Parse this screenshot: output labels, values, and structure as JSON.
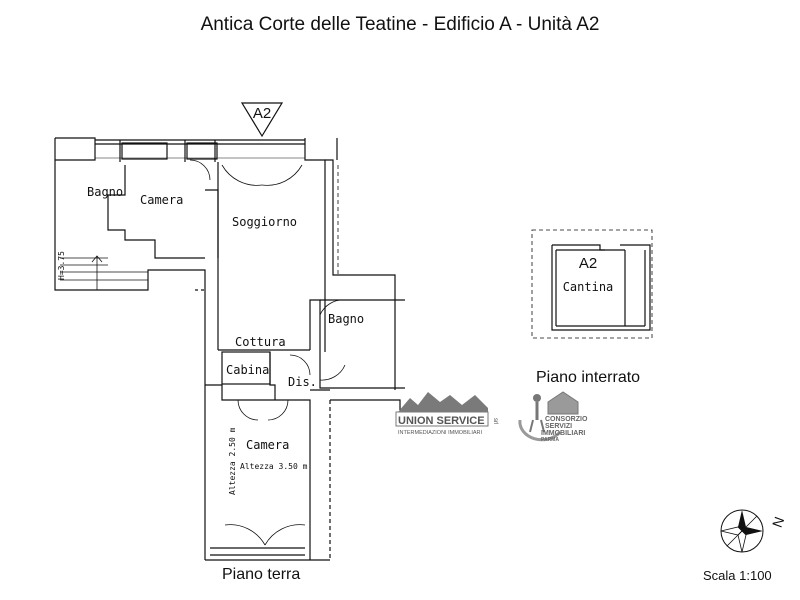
{
  "title": "Antica Corte delle Teatine - Edificio A - Unità A2",
  "section_marker": "A2",
  "rooms": {
    "bagno_left": "Bagno",
    "camera_top": "Camera",
    "soggiorno": "Soggiorno",
    "bagno_right": "Bagno",
    "cottura": "Cottura",
    "cabina": "Cabina",
    "dis": "Dis.",
    "camera_bottom": "Camera",
    "cantina_code": "A2",
    "cantina": "Cantina"
  },
  "heights": {
    "stair": "H=3.75",
    "altezza_250": "Altezza 2.50 m",
    "altezza_350": "Altezza 3.50 m"
  },
  "floors": {
    "ground": "Piano terra",
    "basement": "Piano interrato"
  },
  "scale": "Scala 1:100",
  "north_letter": "N",
  "logos": {
    "union_service": "UNION SERVICE",
    "union_service_suffix": "srl",
    "union_service_sub": "INTERMEDIAZIONI IMMOBILIARI",
    "consorzio_line1": "CONSORZIO",
    "consorzio_line2": "SERVIZI",
    "consorzio_line3": "IMMOBILIARI",
    "consorzio_line4": "PARMA"
  },
  "colors": {
    "wall": "#111111",
    "logo_grey": "#7a7a7a"
  }
}
